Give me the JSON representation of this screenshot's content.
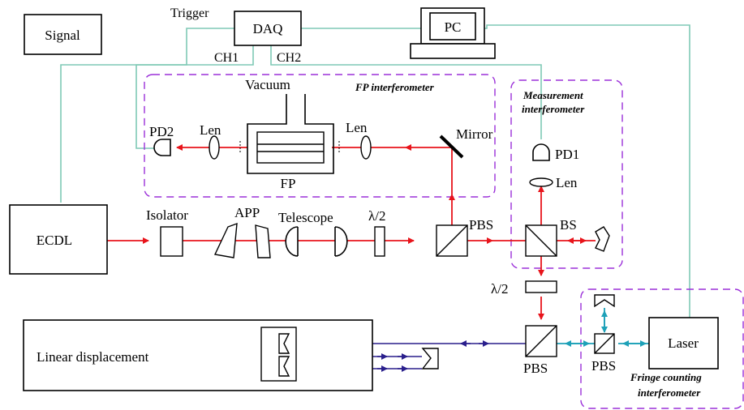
{
  "labels": {
    "signal": "Signal",
    "trigger": "Trigger",
    "daq": "DAQ",
    "pc": "PC",
    "ch1": "CH1",
    "ch2": "CH2",
    "vacuum": "Vacuum",
    "fp_interferometer": "FP interferometer",
    "measurement_interferometer_1": "Measurement",
    "measurement_interferometer_2": "interferometer",
    "pd2": "PD2",
    "len_left": "Len",
    "len_right": "Len",
    "mirror": "Mirror",
    "pd1": "PD1",
    "len_pd1": "Len",
    "fp": "FP",
    "ecdl": "ECDL",
    "isolator": "Isolator",
    "app": "APP",
    "telescope": "Telescope",
    "half_wave_1": "λ/2",
    "pbs_top": "PBS",
    "bs": "BS",
    "half_wave_2": "λ/2",
    "linear_displacement": "Linear displacement",
    "pbs_bottom": "PBS",
    "pbs_fringe": "PBS",
    "laser": "Laser",
    "fringe_counting_1": "Fringe counting",
    "fringe_counting_2": "interferometer"
  },
  "colors": {
    "signal_line": "#7fc9b5",
    "red_beam": "#e8141b",
    "blue_beam": "#2a1f8c",
    "cyan_beam": "#1ea1b8",
    "dashed_box": "#9b30d9"
  }
}
